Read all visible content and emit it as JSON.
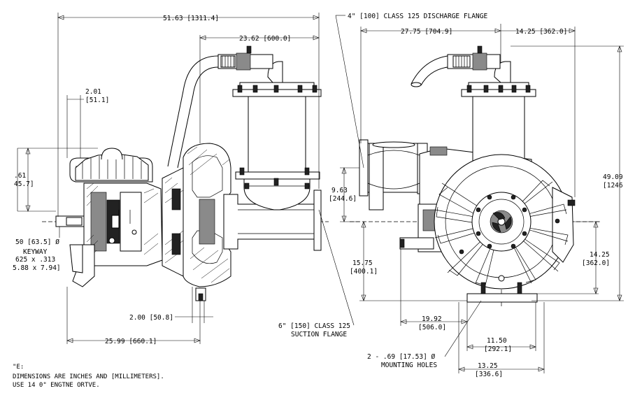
{
  "dimensions": {
    "overall_length": "51.63 [1311.4]",
    "pipe_offset": "23.62 [600.0]",
    "shaft_offset": "2.01",
    "shaft_offset_mm": "[51.1]",
    "shaft_height_in": ".61",
    "shaft_height_mm": "45.7]",
    "shaft_dia": "50 [63.5] Ø",
    "suction_offset": "2.00 [50.8]",
    "base_length": "25.99 [660.1]",
    "discharge_flange_width": "27.75 [704.9]",
    "discharge_offset": "14.25 [362.0]",
    "overall_height": "49.09",
    "overall_height_mm": "[1246",
    "flange_height": "9.63",
    "flange_height_mm": "[244.6]",
    "centerline_height": "15.75",
    "centerline_height_mm": "[400.1]",
    "right_height": "14.25",
    "right_height_mm": "[362.0]",
    "mount_width": "19.92",
    "mount_width_mm": "[506.0]",
    "hole_spacing": "11.50",
    "hole_spacing_mm": "[292.1]",
    "base_width": "13.25",
    "base_width_mm": "[336.6]"
  },
  "callouts": {
    "keyway_title": "KEYWAY",
    "keyway_size_in": "625 x .313",
    "keyway_size_mm": "5.88 x 7.94]",
    "discharge_flange": "4\" [100] CLASS 125 DISCHARGE FLANGE",
    "suction_flange_1": "6\" [150] CLASS 125",
    "suction_flange_2": "SUCTION FLANGE",
    "mounting_holes_1": "2 - .69 [17.53] Ø",
    "mounting_holes_2": "MOUNTING HOLES"
  },
  "notes": {
    "heading": "\"E:",
    "line1": "DIMENSIONS ARE INCHES AND [MILLIMETERS].",
    "line2": "USE 14 0\" ENGTNE ORTVE."
  }
}
